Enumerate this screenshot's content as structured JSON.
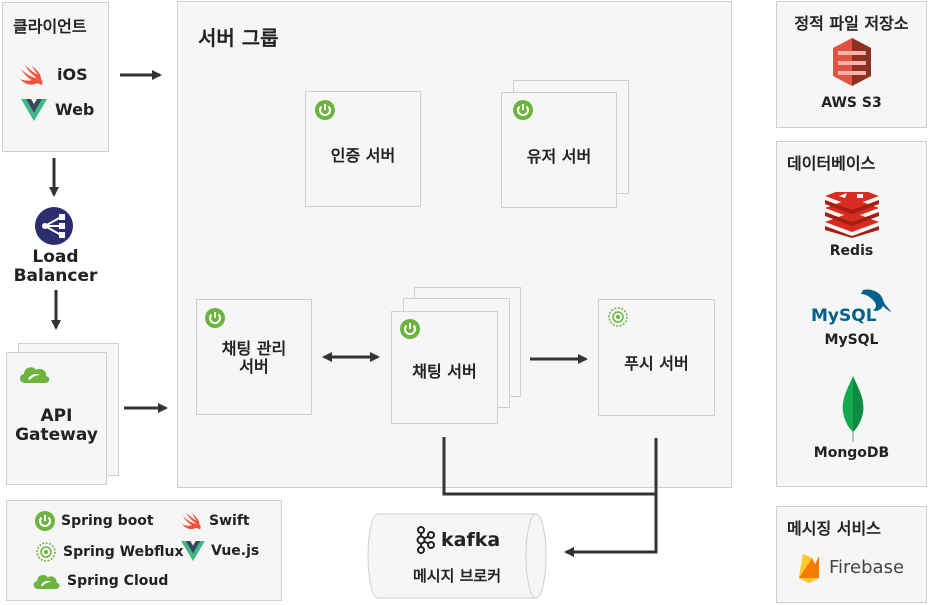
{
  "client": {
    "title": "클라이언트",
    "ios_label": "iOS",
    "web_label": "Web"
  },
  "load_balancer": {
    "line1": "Load",
    "line2": "Balancer"
  },
  "api_gateway": {
    "line1": "API",
    "line2": "Gateway"
  },
  "server_group": {
    "title": "서버 그룹"
  },
  "services": {
    "auth": "인증 서버",
    "user": "유저 서버",
    "chat_mgmt_line1": "채팅 관리",
    "chat_mgmt_line2": "서버",
    "chat": "채팅 서버",
    "push": "푸시 서버"
  },
  "broker": {
    "brand": "kafka",
    "label": "메시지 브로커"
  },
  "legend": {
    "spring_boot": "Spring boot",
    "swift": "Swift",
    "spring_webflux": "Spring Webflux",
    "vuejs": "Vue.js",
    "spring_cloud": "Spring Cloud"
  },
  "storage": {
    "title": "정적 파일 저장소",
    "s3": "AWS S3"
  },
  "database": {
    "title": "데이터베이스",
    "redis": "Redis",
    "mysql": "MySQL",
    "mongodb": "MongoDB",
    "mysql_logo": "MySQL"
  },
  "messaging": {
    "title": "메시징 서비스",
    "firebase": "Firebase"
  },
  "colors": {
    "spring_green": "#6db33f",
    "swift_orange": "#f05138",
    "vue_green": "#41b883",
    "vue_dark": "#35495e",
    "lb_navy": "#2b2d6e",
    "redis_red": "#d82c20",
    "s3_red": "#e05243",
    "mongo_green": "#13aa52",
    "firebase_yellow": "#ffca28",
    "firebase_orange": "#f57c00",
    "arrow": "#333333"
  }
}
